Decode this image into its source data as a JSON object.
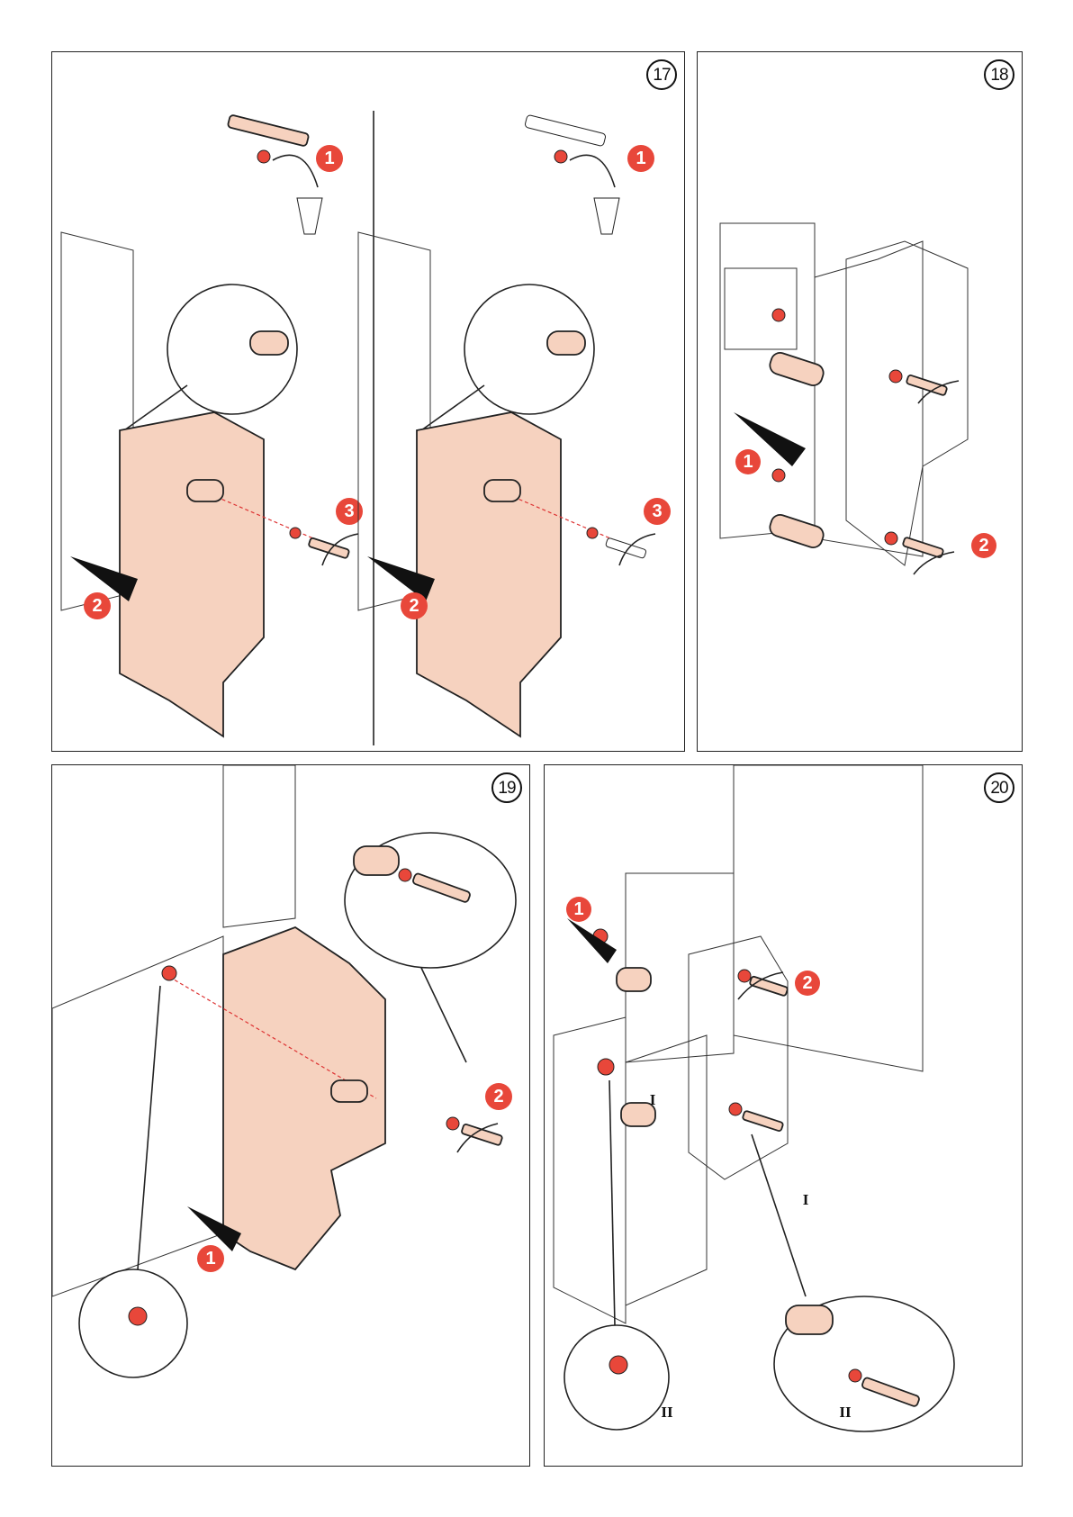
{
  "panels": [
    {
      "step": "17",
      "badges": [
        "1",
        "2",
        "3",
        "1",
        "2",
        "3"
      ]
    },
    {
      "step": "18",
      "badges": [
        "1",
        "2"
      ]
    },
    {
      "step": "19",
      "badges": [
        "1",
        "2"
      ]
    },
    {
      "step": "20",
      "badges": [
        "1",
        "2"
      ],
      "labels": [
        "I",
        "I",
        "II",
        "II"
      ]
    }
  ],
  "colors": {
    "accent_red": "#e8473a",
    "plate_fill": "#f6d2bf",
    "line": "#222222"
  }
}
